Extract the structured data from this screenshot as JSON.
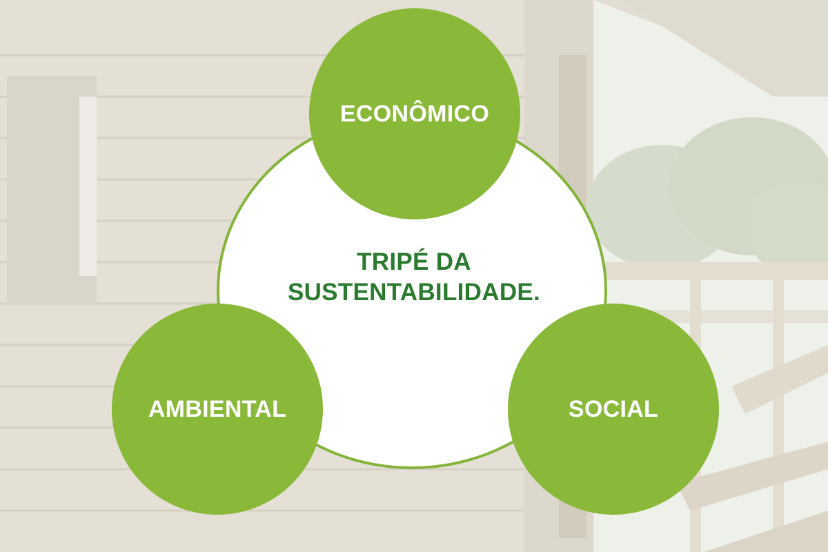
{
  "diagram": {
    "center": {
      "line1": "TRIPÉ DA",
      "line2": "SUSTENTABILIDADE."
    },
    "nodes": {
      "top": "ECONÔMICO",
      "left": "AMBIENTAL",
      "right": "SOCIAL"
    }
  },
  "colors": {
    "node_fill": "#8ab838",
    "ring_stroke": "#85b43a",
    "title_text": "#2a7a2f",
    "node_text": "#ffffff"
  }
}
